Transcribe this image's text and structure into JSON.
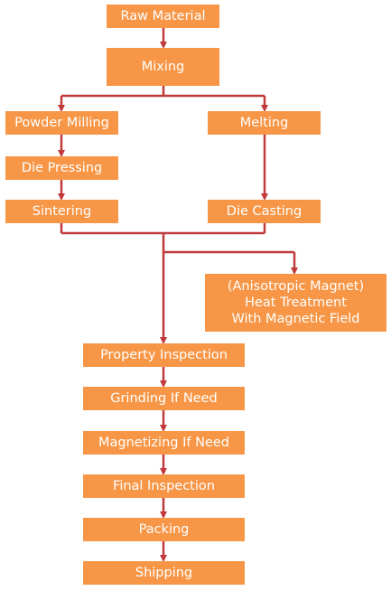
{
  "flowchart": {
    "colors": {
      "box": "#f79646",
      "text": "#ffffff",
      "connector": "#c0393b"
    },
    "steps": {
      "raw_material": "Raw Material",
      "mixing": "Mixing",
      "powder_milling": "Powder Milling",
      "melting": "Melting",
      "die_pressing": "Die Pressing",
      "sintering": "Sintering",
      "die_casting": "Die Casting",
      "anisotropic": "(Anisotropic Magnet)\nHeat Treatment\nWith Magnetic Field",
      "property_inspection": "Property Inspection",
      "grinding": "Grinding If Need",
      "magnetizing": "Magnetizing If Need",
      "final_inspection": "Final Inspection",
      "packing": "Packing",
      "shipping": "Shipping"
    }
  }
}
